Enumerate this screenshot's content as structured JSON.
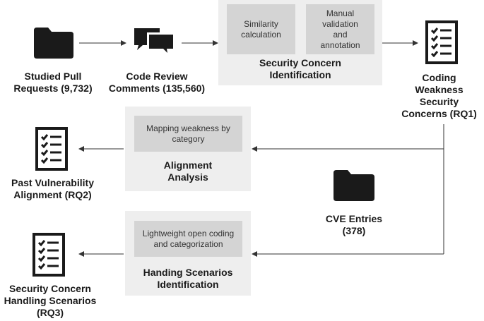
{
  "nodes": {
    "pull_requests": "Studied Pull\nRequests (9,732)",
    "review_comments": "Code Review\nComments (135,560)",
    "similarity": "Similarity\ncalculation",
    "manual": "Manual\nvalidation\nand\nannotation",
    "sec_concern_id": "Security Concern\nIdentification",
    "coding_weakness": "Coding\nWeakness\nSecurity\nConcerns (RQ1)",
    "mapping": "Mapping weakness by\ncategory",
    "alignment": "Alignment\nAnalysis",
    "past_vuln": "Past Vulnerability\nAlignment (RQ2)",
    "cve": "CVE Entries\n(378)",
    "open_coding": "Lightweight open coding\nand categorization",
    "handling_id": "Handing Scenarios\nIdentification",
    "handling_rq3": "Security Concern\nHandling Scenarios\n(RQ3)"
  },
  "icons": {
    "pull_requests": "folder-icon",
    "review_comments": "chat-bubbles-icon",
    "coding_weakness": "checklist-icon",
    "past_vuln": "checklist-icon",
    "cve": "folder-icon",
    "handling_rq3": "checklist-icon"
  },
  "colors": {
    "panel": "#eeeeee",
    "box": "#d4d4d4",
    "icon": "#1a1a1a"
  }
}
